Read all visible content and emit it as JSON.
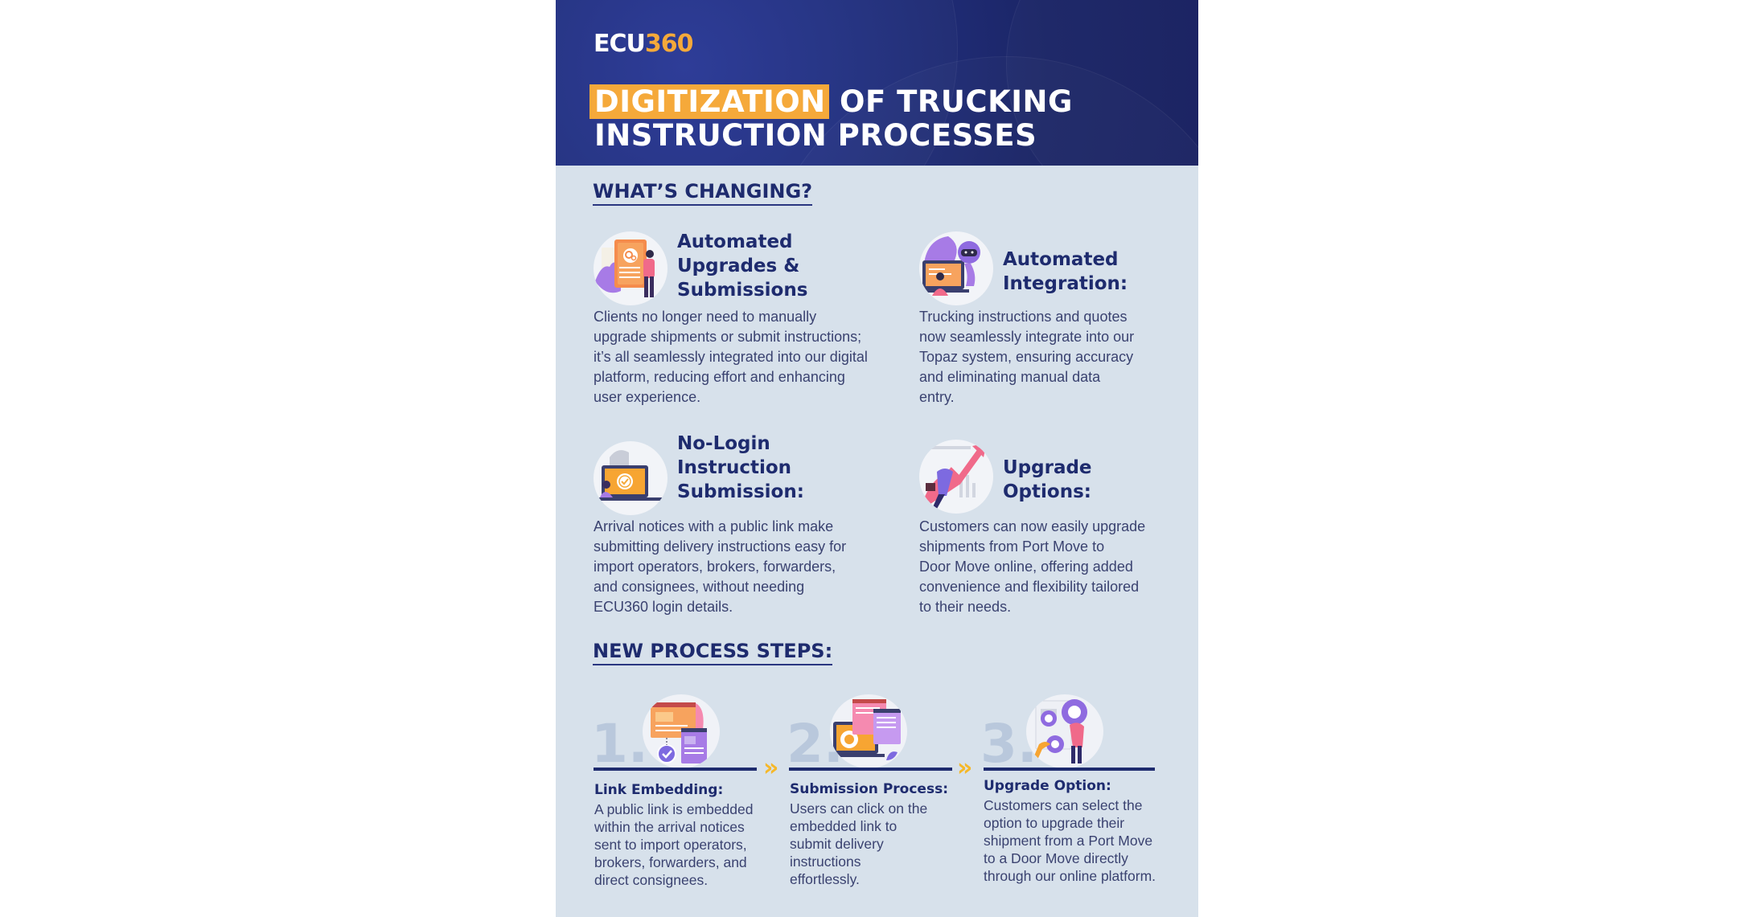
{
  "header": {
    "logo": {
      "part1": "ECU",
      "part2": "360"
    },
    "title": {
      "highlight": "DIGITIZATION",
      "line1_rest": "OF TRUCKING",
      "line2": "INSTRUCTION PROCESSES"
    }
  },
  "whats_changing": {
    "heading": "WHAT’S CHANGING?",
    "features": [
      {
        "icon": "document-settings-illustration-icon",
        "title_lines": [
          "Automated",
          "Upgrades &",
          "Submissions"
        ],
        "description": "Clients no longer need to manually upgrade shipments or submit instructions; it’s all seamlessly integrated into our digital platform, reducing effort and enhancing user experience.",
        "description_lines": [
          "Clients no longer need to manually",
          "upgrade shipments or submit instructions;",
          "it’s all seamlessly integrated into our digital",
          "platform, reducing effort and enhancing",
          "user experience."
        ]
      },
      {
        "icon": "robot-laptop-illustration-icon",
        "title_lines": [
          "Automated",
          "Integration:"
        ],
        "description": "Trucking instructions and quotes now seamlessly integrate into our Topaz system, ensuring accuracy and eliminating manual data entry.",
        "description_lines": [
          "Trucking instructions and quotes",
          "now seamlessly integrate into our",
          "Topaz system, ensuring accuracy",
          "and eliminating manual data",
          "entry."
        ]
      },
      {
        "icon": "laptop-checkmark-illustration-icon",
        "title_lines": [
          "No-Login",
          "Instruction",
          "Submission:"
        ],
        "description": "Arrival notices with a public link make submitting delivery instructions easy for import operators, brokers, forwarders, and consignees, without needing ECU360 login details.",
        "description_lines": [
          "Arrival notices with a public link make",
          "submitting delivery instructions easy for",
          "import operators, brokers, forwarders,",
          "and consignees, without needing",
          "ECU360 login details."
        ]
      },
      {
        "icon": "growth-arrow-illustration-icon",
        "title_lines": [
          "Upgrade",
          "Options:"
        ],
        "description": "Customers can now easily upgrade shipments from Port Move to Door Move online, offering added convenience and flexibility tailored to their needs.",
        "description_lines": [
          "Customers can now easily upgrade",
          "shipments from Port Move to",
          "Door Move online, offering added",
          "convenience and flexibility tailored",
          "to their needs."
        ]
      }
    ]
  },
  "process_steps": {
    "heading": "NEW PROCESS STEPS:",
    "connector_glyph": "»",
    "steps": [
      {
        "number": "1.",
        "icon": "linked-windows-illustration-icon",
        "title": "Link Embedding:",
        "description_lines": [
          "A public link is embedded",
          "within the arrival notices",
          "sent to import operators,",
          "brokers, forwarders, and",
          "direct consignees."
        ]
      },
      {
        "number": "2.",
        "icon": "laptop-gear-illustration-icon",
        "title": "Submission Process:",
        "description_lines": [
          "Users can click on the",
          "embedded link to",
          "submit delivery",
          "instructions",
          "effortlessly."
        ]
      },
      {
        "number": "3.",
        "icon": "people-gears-illustration-icon",
        "title": "Upgrade Option:",
        "description_lines": [
          "Customers can select the",
          "option to upgrade their",
          "shipment from a Port Move",
          "to a Door Move directly",
          "through our online platform."
        ]
      }
    ]
  },
  "colors": {
    "navy": "#1e2b6e",
    "orange": "#f5a93a",
    "chevron_yellow": "#f5b82a",
    "background": "#d7e1eb",
    "body_text": "#3a4270",
    "step_number": "#b9c8dc"
  }
}
